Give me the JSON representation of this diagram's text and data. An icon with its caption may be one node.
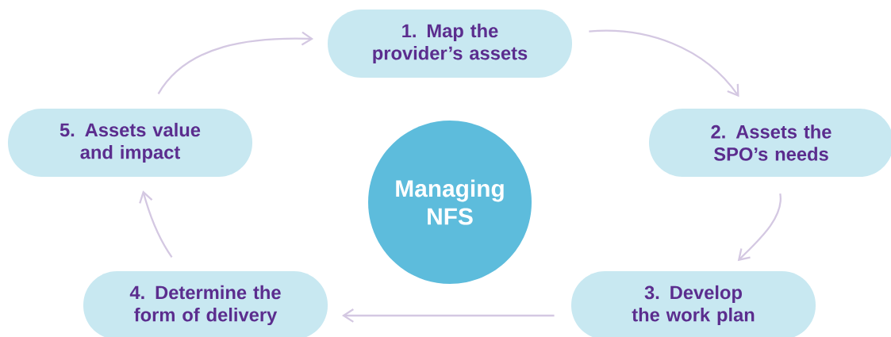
{
  "diagram": {
    "nodes": [
      {
        "text": [
          "1. Map the provider’s assets"
        ]
      },
      {
        "text": [
          "2. Assets the SPO’s needs"
        ]
      },
      {
        "text": [
          "3. Develop the work plan"
        ]
      },
      {
        "text": [
          "4. Determine the form of delivery"
        ]
      },
      {
        "text": [
          "5. Assets value and impact"
        ]
      },
      {
        "text": [
          "Managing NFS"
        ]
      }
    ],
    "edges": [
      {
        "from": 0,
        "to": 1,
        "arrow": "to"
      },
      {
        "from": 1,
        "to": 2,
        "arrow": "to"
      },
      {
        "from": 2,
        "to": 3,
        "arrow": "to"
      },
      {
        "from": 3,
        "to": 4,
        "arrow": "to"
      },
      {
        "from": 4,
        "to": 0,
        "arrow": "to"
      }
    ]
  }
}
